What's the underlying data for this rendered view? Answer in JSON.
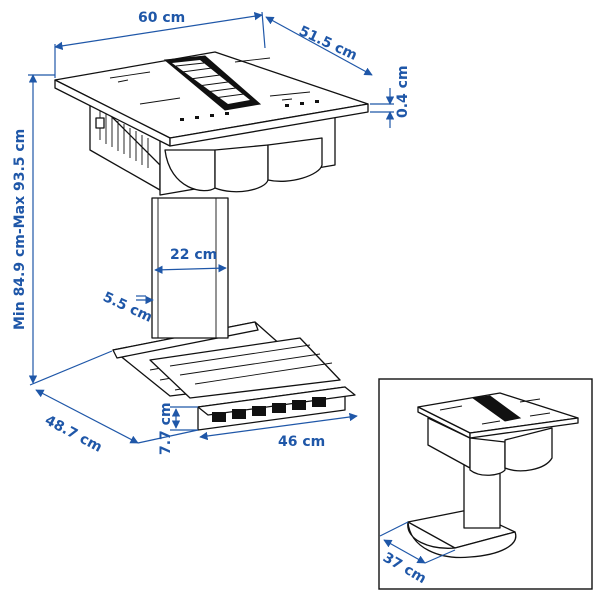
{
  "dimensions": {
    "width": "60 cm",
    "depth": "51.5 cm",
    "glass_thickness": "0.4 cm",
    "height": "Min 84.9 cm-Max 93.5 cm",
    "column_width": "22 cm",
    "column_depth": "5.5 cm",
    "base_depth": "48.7 cm",
    "grille_height": "7.7 cm",
    "grille_width": "46 cm",
    "inset_base_depth": "37 cm"
  },
  "colors": {
    "dimension_blue": "#1f57a8",
    "line_black": "#111111"
  }
}
